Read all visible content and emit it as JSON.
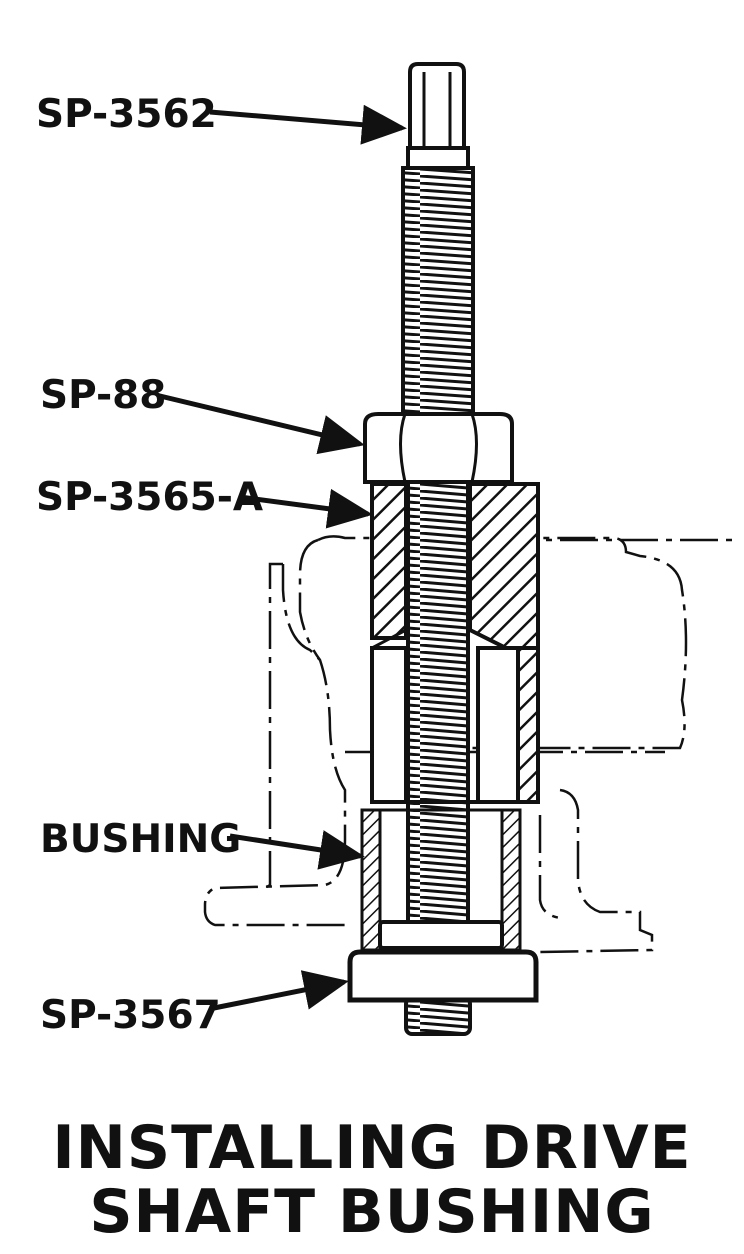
{
  "labels": {
    "wrench": "SP-3562",
    "nut": "SP-88",
    "sleeve": "SP-3565-A",
    "bushing": "BUSHING",
    "plate": "SP-3567"
  },
  "caption": {
    "line1": "INSTALLING DRIVE",
    "line2": "SHAFT BUSHING"
  },
  "colors": {
    "ink": "#111111",
    "paper": "#ffffff"
  }
}
